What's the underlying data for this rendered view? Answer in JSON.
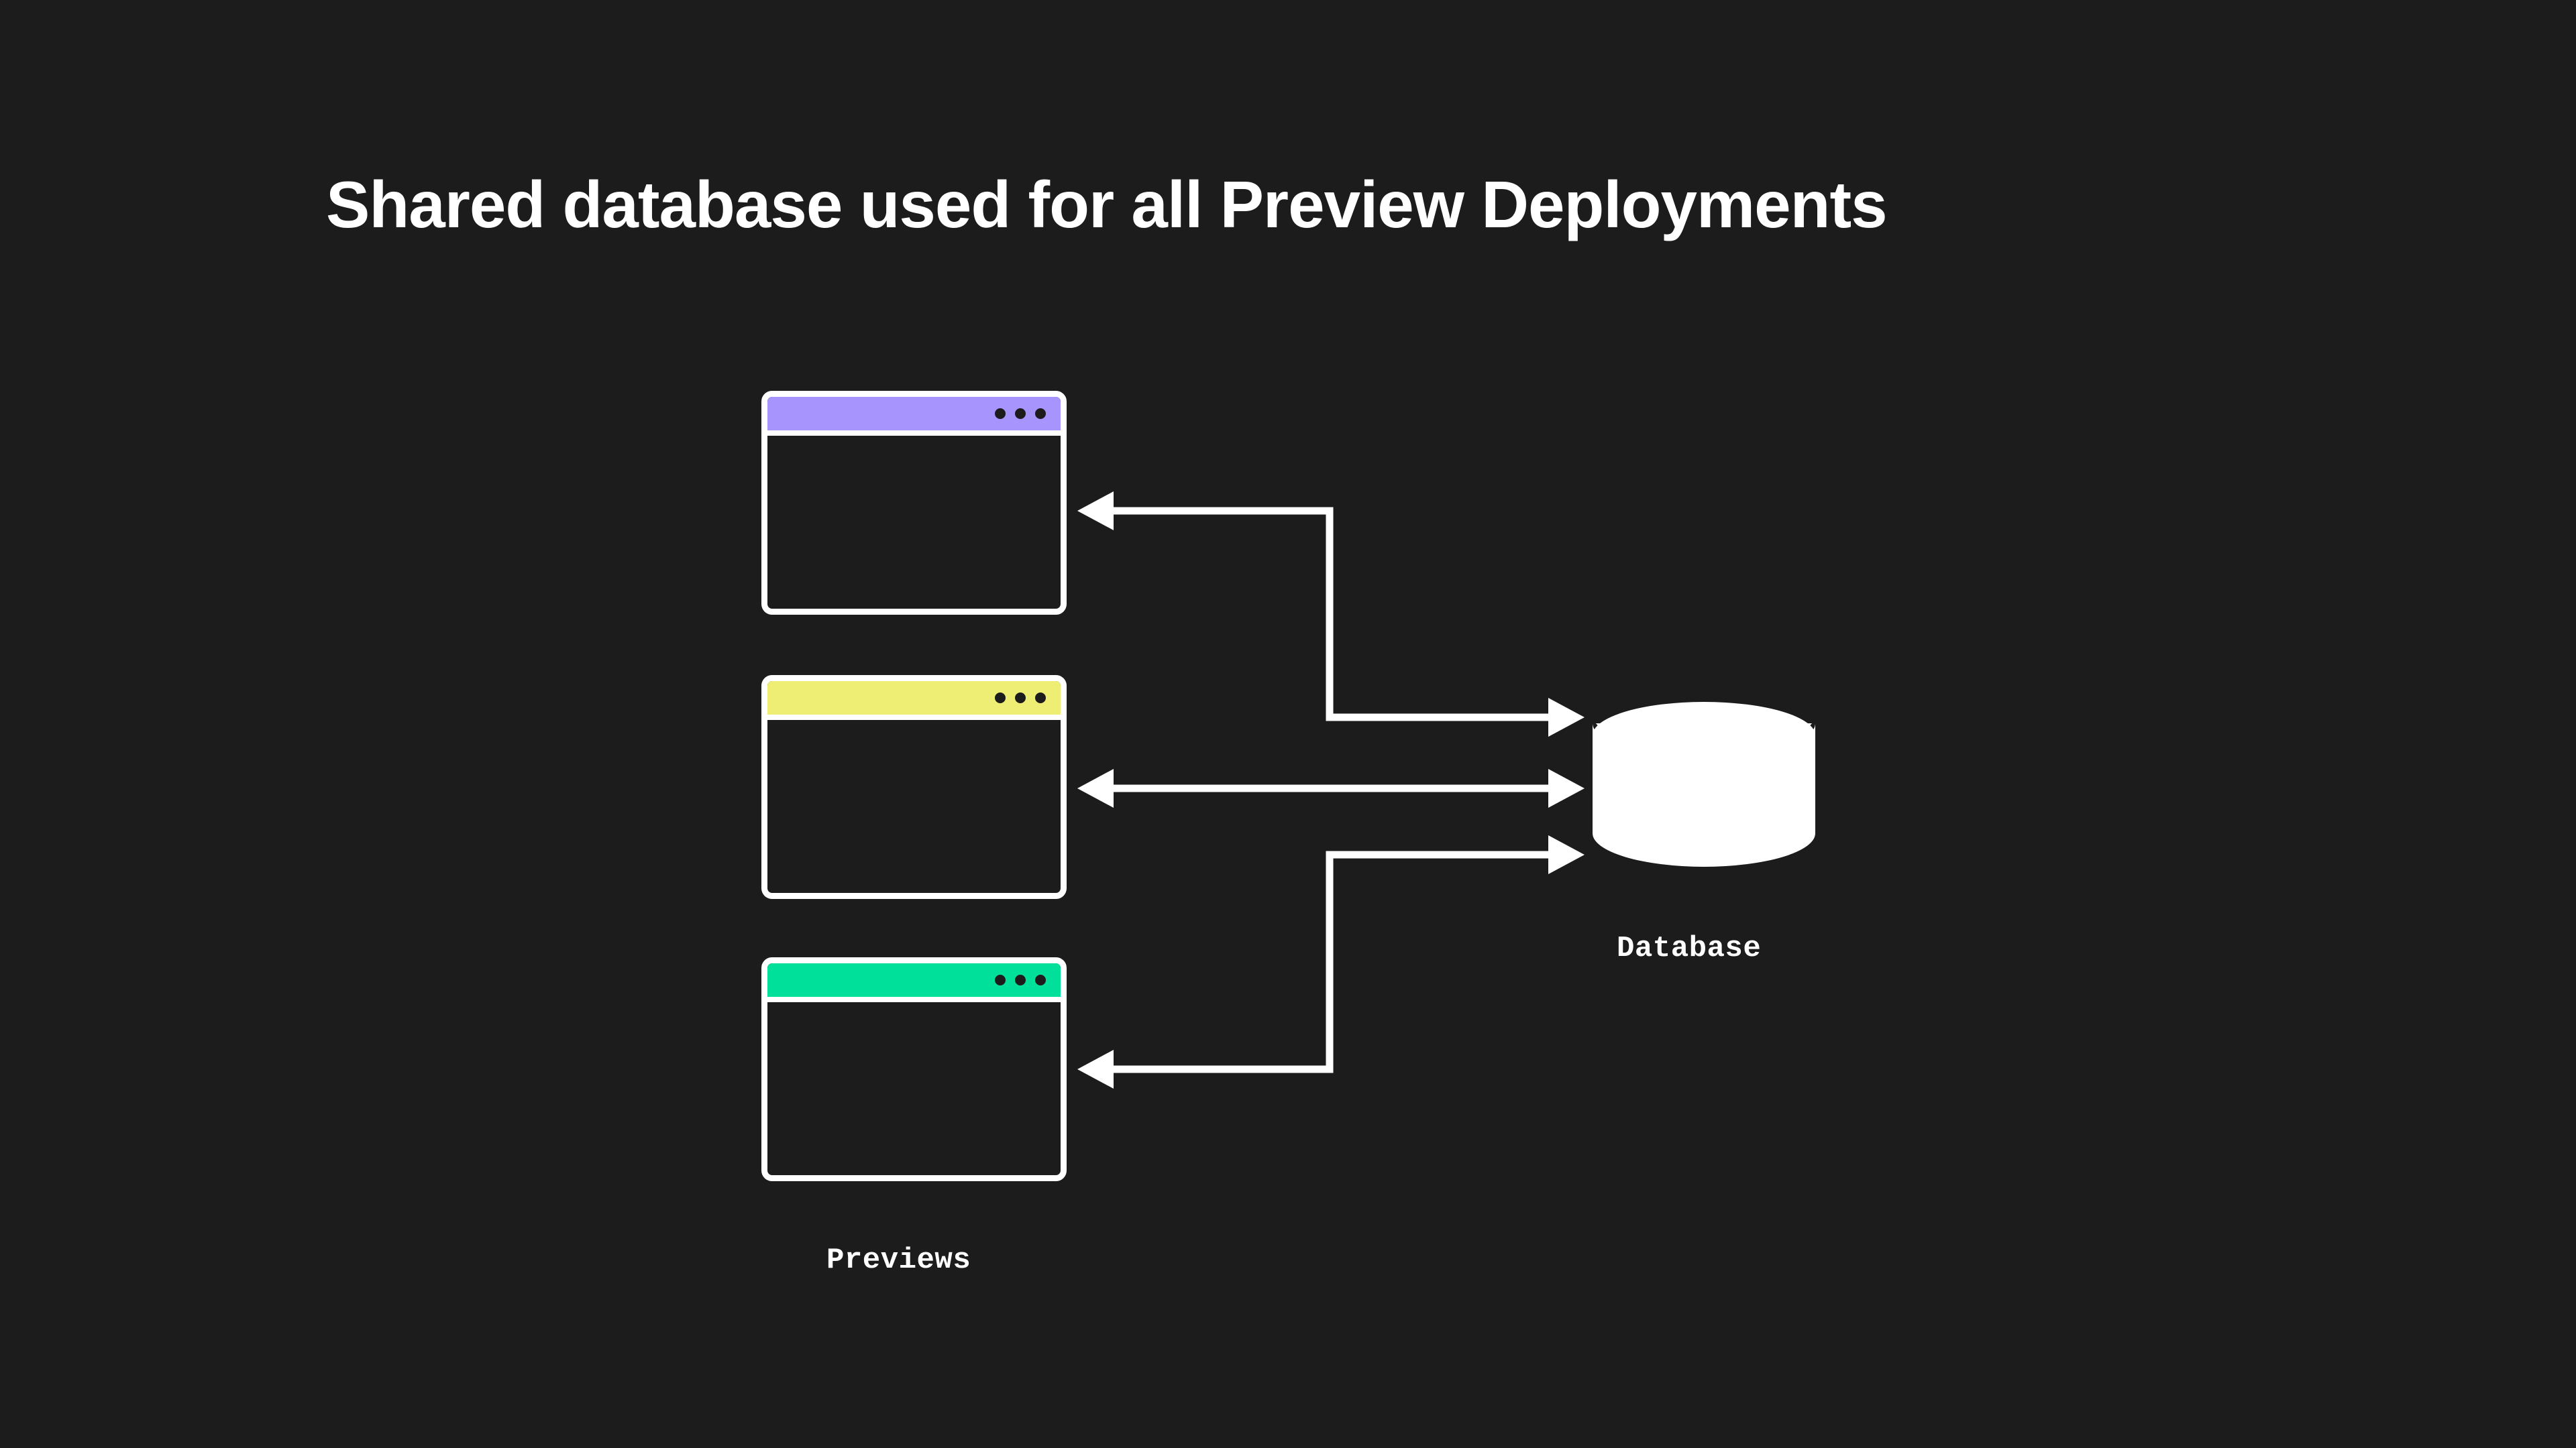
{
  "page": {
    "background_color": "#1c1c1c",
    "title": "Shared database used for all Preview Deployments",
    "title_color": "#ffffff"
  },
  "diagram": {
    "type": "architecture-flow",
    "description": "Three preview deployment browser windows all connecting to one shared database",
    "line_color": "#ffffff",
    "windows": [
      {
        "id": "preview-1",
        "titlebar_color": "#a794fd",
        "titlebar_color_name": "purple",
        "dot_count": 3,
        "dot_color": "#1c1c1c",
        "frame_color": "#ffffff"
      },
      {
        "id": "preview-2",
        "titlebar_color": "#eeee74",
        "titlebar_color_name": "yellow",
        "dot_count": 3,
        "dot_color": "#1c1c1c",
        "frame_color": "#ffffff"
      },
      {
        "id": "preview-3",
        "titlebar_color": "#00e09b",
        "titlebar_color_name": "green",
        "dot_count": 3,
        "dot_color": "#1c1c1c",
        "frame_color": "#ffffff"
      }
    ],
    "database": {
      "label": "Database",
      "fill_color": "#ffffff",
      "shape": "cylinder"
    },
    "previews": {
      "label": "Previews"
    },
    "connections": [
      {
        "id": "connector-top",
        "from": "database",
        "to": "preview-1",
        "direction": "single",
        "arrowheads": [
          "preview-1",
          "database"
        ],
        "routing": "orthogonal"
      },
      {
        "id": "connector-middle",
        "from": "preview-2",
        "to": "database",
        "direction": "bidirectional",
        "arrowheads": [
          "preview-2",
          "database"
        ],
        "routing": "straight"
      },
      {
        "id": "connector-bottom",
        "from": "database",
        "to": "preview-3",
        "direction": "single",
        "arrowheads": [
          "preview-3",
          "database"
        ],
        "routing": "orthogonal"
      }
    ]
  }
}
